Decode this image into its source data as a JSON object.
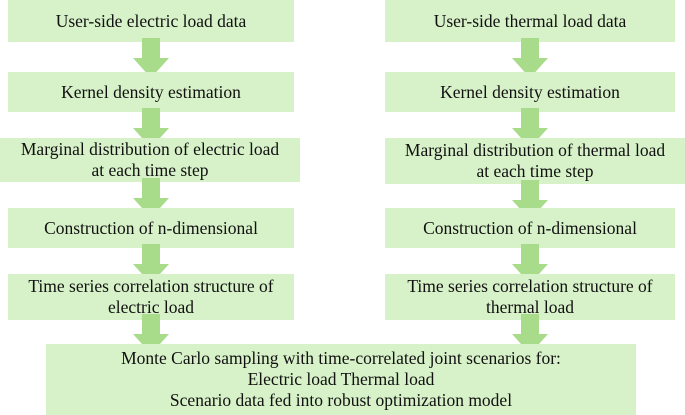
{
  "colors": {
    "box_fill": "#d7f1c8",
    "arrow_fill": "#a9dc8a",
    "text": "#111111"
  },
  "left": {
    "data": "User-side electric load data",
    "kde": "Kernel density estimation",
    "marginal_line1": "Marginal distribution of electric load",
    "marginal_line2": "at each time step",
    "construction": "Construction of n-dimensional",
    "correlation_line1": "Time series correlation structure of",
    "correlation_line2": "electric load"
  },
  "right": {
    "data": "User-side thermal load data",
    "kde": "Kernel density estimation",
    "marginal_line1": "Marginal distribution of thermal load",
    "marginal_line2": "at each time step",
    "construction": "Construction of n-dimensional",
    "correlation_line1": "Time series correlation structure of",
    "correlation_line2": "thermal load"
  },
  "bottom": {
    "line1": "Monte Carlo sampling with time-correlated joint scenarios for:",
    "line2": "Electric load Thermal load",
    "line3": "Scenario data fed into robust optimization model"
  }
}
